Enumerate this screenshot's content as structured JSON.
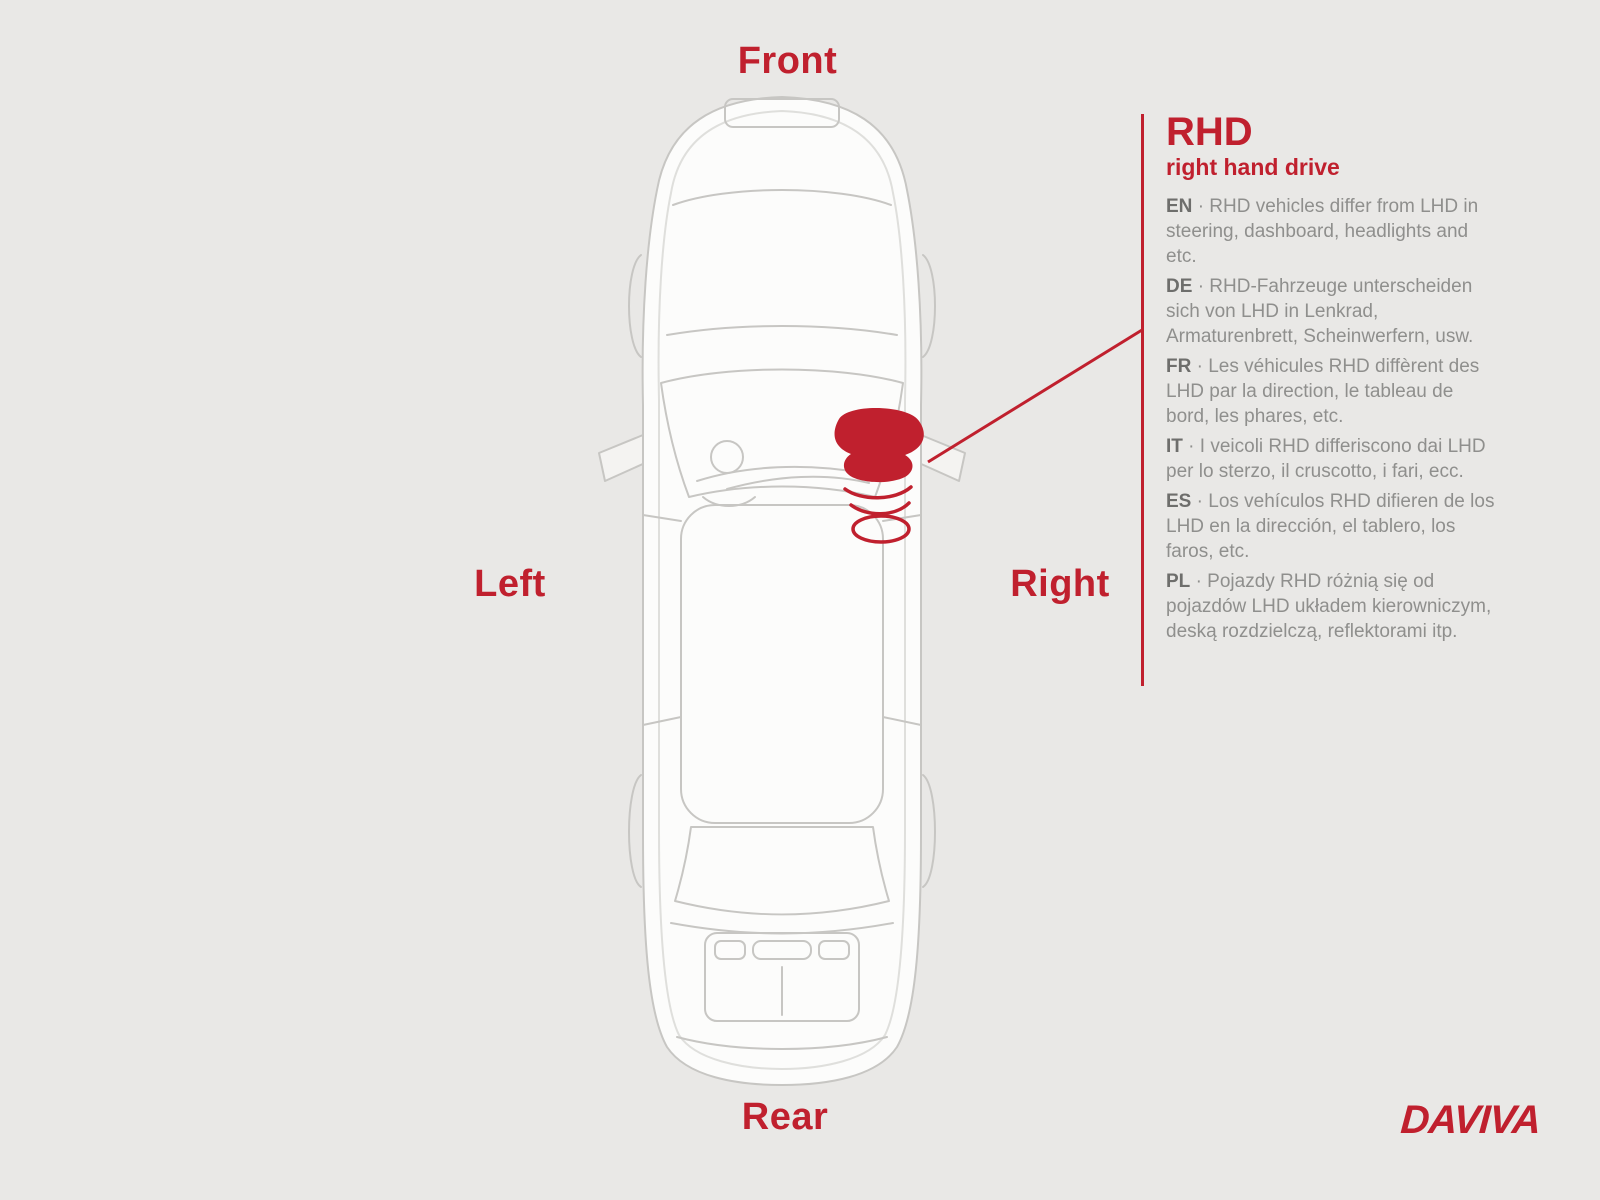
{
  "colors": {
    "background": "#e9e8e6",
    "accent": "#c0202e",
    "car_outline": "#c7c6c3",
    "body_text": "#8f8f8d"
  },
  "labels": {
    "front": "Front",
    "left": "Left",
    "right": "Right",
    "rear": "Rear"
  },
  "panel": {
    "title": "RHD",
    "subtitle": "right hand drive",
    "entries": [
      {
        "code": "EN",
        "text": "· RHD vehicles differ from LHD in steering, dashboard, headlights and etc."
      },
      {
        "code": "DE",
        "text": "· RHD-Fahrzeuge unterscheiden sich von LHD in Lenkrad, Armaturenbrett, Scheinwerfern, usw."
      },
      {
        "code": "FR",
        "text": "· Les véhicules RHD diffèrent des LHD par la direction, le tableau de bord, les phares, etc."
      },
      {
        "code": "IT",
        "text": "· I veicoli RHD differiscono dai LHD per lo sterzo, il cruscotto, i fari, ecc."
      },
      {
        "code": "ES",
        "text": "· Los vehículos RHD difieren de los LHD en la dirección, el tablero, los faros, etc."
      },
      {
        "code": "PL",
        "text": "· Pojazdy RHD różnią się od pojazdów LHD układem kierowniczym, deską rozdzielczą, reflektorami itp."
      }
    ]
  },
  "diagram": {
    "subject": "car-top-view",
    "highlight": "steering-wheel-right-side"
  },
  "logo": "DAVIVA"
}
